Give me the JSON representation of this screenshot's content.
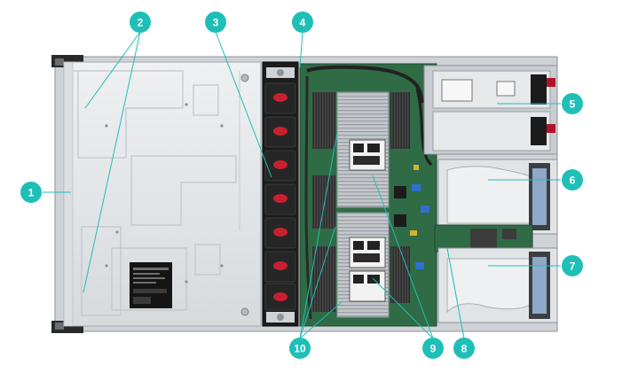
{
  "colors": {
    "callout_fill": "#1fbfb8",
    "callout_text": "#ffffff",
    "leader_line": "#1fbfb8",
    "chassis_metal": "#e3e5e8",
    "motherboard": "#2f6b45",
    "fan_housing": "#1c1c1c",
    "fan_accent": "#c8202e",
    "heatsink": "#bcc1c6"
  },
  "callouts": [
    {
      "id": "1",
      "label": "1"
    },
    {
      "id": "2",
      "label": "2"
    },
    {
      "id": "3",
      "label": "3"
    },
    {
      "id": "4",
      "label": "4"
    },
    {
      "id": "5",
      "label": "5"
    },
    {
      "id": "6",
      "label": "6"
    },
    {
      "id": "7",
      "label": "7"
    },
    {
      "id": "8",
      "label": "8"
    },
    {
      "id": "9",
      "label": "9"
    },
    {
      "id": "10",
      "label": "10"
    }
  ]
}
